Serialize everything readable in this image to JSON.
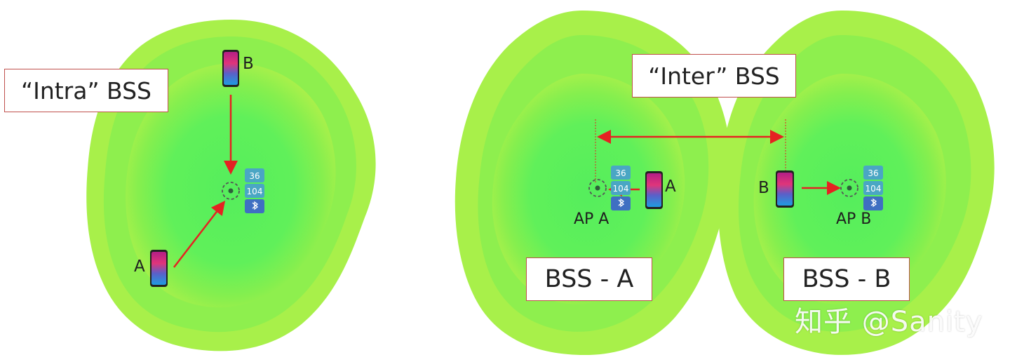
{
  "colors": {
    "coverage_outer": "#a8f04a",
    "coverage_inner": "#5cf060",
    "arrow": "#e52222",
    "box_border": "#c0504d",
    "badge": "#4aa6c4",
    "bluetooth_badge": "#3f6fc2"
  },
  "left_panel": {
    "label": "“Intra” BSS",
    "client_b": "B",
    "client_a": "A",
    "ap_badges": [
      "36",
      "104"
    ],
    "ap_bt_icon": "bluetooth-icon"
  },
  "right_panel": {
    "label": "“Inter” BSS",
    "client_a": "A",
    "client_b": "B",
    "ap_a_label": "AP A",
    "ap_b_label": "AP B",
    "ap_a_badges": [
      "36",
      "104"
    ],
    "ap_b_badges": [
      "36",
      "104"
    ],
    "bss_a_label": "BSS - A",
    "bss_b_label": "BSS - B"
  },
  "watermark": "知乎 @Sanity"
}
